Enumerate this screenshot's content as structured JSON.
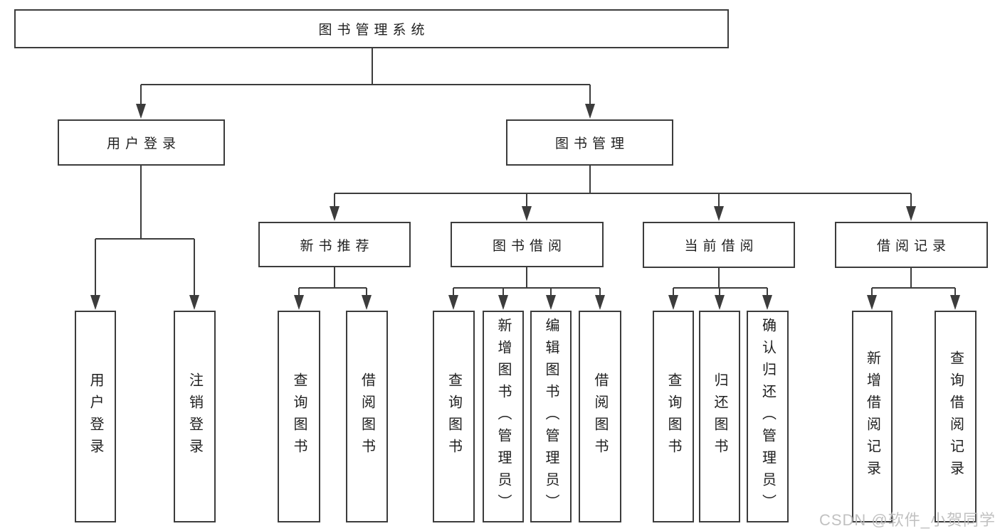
{
  "tree": {
    "root": {
      "label": "图书管理系统"
    },
    "branches": [
      {
        "label": "用户登录",
        "children": [
          {
            "label": "用户登录"
          },
          {
            "label": "注销登录"
          }
        ]
      },
      {
        "label": "图书管理",
        "children": [
          {
            "label": "新书推荐",
            "children": [
              {
                "label": "查询图书"
              },
              {
                "label": "借阅图书"
              }
            ]
          },
          {
            "label": "图书借阅",
            "children": [
              {
                "label": "查询图书"
              },
              {
                "label": "新增图书（管理员）"
              },
              {
                "label": "编辑图书（管理员）"
              },
              {
                "label": "借阅图书"
              }
            ]
          },
          {
            "label": "当前借阅",
            "children": [
              {
                "label": "查询图书"
              },
              {
                "label": "归还图书"
              },
              {
                "label": "确认归还（管理员）"
              }
            ]
          },
          {
            "label": "借阅记录",
            "children": [
              {
                "label": "新增借阅记录"
              },
              {
                "label": "查询借阅记录"
              }
            ]
          }
        ]
      }
    ]
  },
  "watermark": {
    "text": "CSDN @软件_小贺同学"
  },
  "colors": {
    "line": "#3c3c3c",
    "box_border": "#3c3c3c",
    "text": "#1f1f1f",
    "watermark": "#bcbcbc",
    "background": "#ffffff"
  }
}
